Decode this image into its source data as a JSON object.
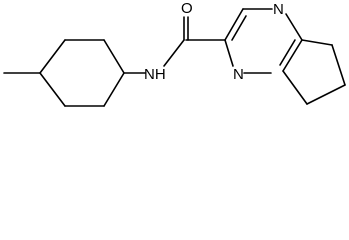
{
  "atom_labels": {
    "carbonyl_oxygen": "O",
    "amide_nh": "NH",
    "ring_nitrogen_top": "N",
    "ring_nitrogen_bottom": "N"
  },
  "colors": {
    "bond": "#000000",
    "label": "#000000",
    "background": "#ffffff"
  }
}
